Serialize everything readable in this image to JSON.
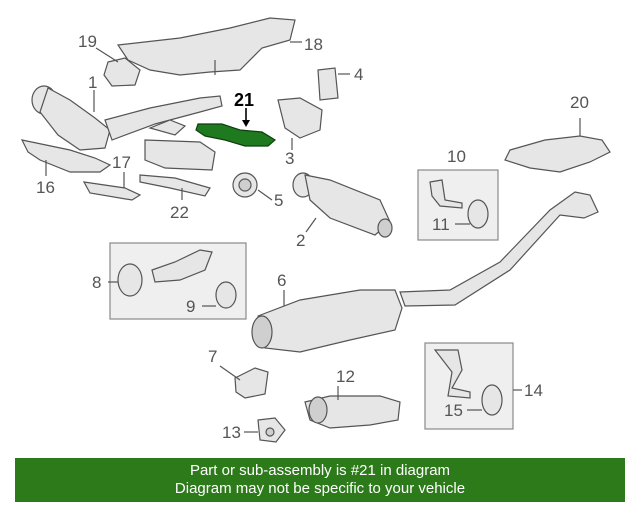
{
  "callouts": {
    "c1": "1",
    "c2": "2",
    "c3": "3",
    "c4": "4",
    "c5": "5",
    "c6": "6",
    "c7": "7",
    "c8": "8",
    "c9": "9",
    "c10": "10",
    "c11": "11",
    "c12": "12",
    "c13": "13",
    "c14": "14",
    "c15": "15",
    "c16": "16",
    "c17": "17",
    "c18": "18",
    "c19": "19",
    "c20": "20",
    "c21": "21",
    "c22": "22"
  },
  "banner": {
    "line1": "Part or sub-assembly is #21 in diagram",
    "line2": "Diagram may not be specific to your vehicle"
  },
  "colors": {
    "banner_bg": "#2c7a1a",
    "banner_text": "#ffffff",
    "highlight_part": "#1f7a1f"
  }
}
